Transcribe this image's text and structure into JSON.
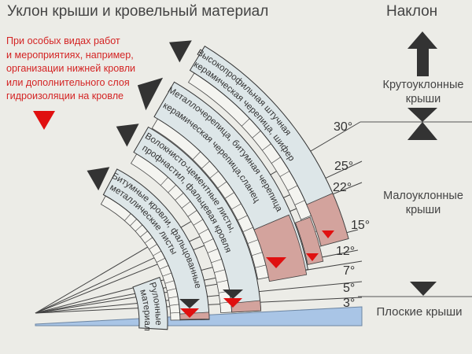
{
  "title": "Уклон крыши и кровельный материал",
  "slope_heading": "Наклон",
  "note": {
    "lines": [
      "При особых видах работ",
      "и мероприятиях, например,",
      "организации нижней кровли",
      "или дополнительного слоя",
      "гидроизоляции на кровле"
    ],
    "color": "#d42424"
  },
  "categories": {
    "steep": [
      "Крутоуклонные",
      "крыши"
    ],
    "low": [
      "Малоуклонные",
      "крыши"
    ],
    "flat": "Плоские крыши"
  },
  "angles": [
    "30°",
    "25°",
    "22°",
    "15°",
    "12°",
    "7°",
    "5°",
    "3°"
  ],
  "bands": [
    {
      "line1": "Высокопрофильная штучная",
      "line2": "керамическая черепица, шифер"
    },
    {
      "line1": "Металлочерепица, битумная черепица",
      "line2": "керамическая черепица,сланец"
    },
    {
      "line1": "Волокнисто-цементные листы,",
      "line2": "профнастил, фальцевая кровля"
    },
    {
      "line1": "Битумные кровли, фальцованные",
      "line2": "металлические листы"
    },
    {
      "line1": "Рулонные",
      "line2": "материалы"
    }
  ],
  "colors": {
    "band": "#dde6e8",
    "special": "#d3a39d",
    "warning_marker": "#e01010",
    "base": "#a9c5e6",
    "arrow": "#333333"
  }
}
